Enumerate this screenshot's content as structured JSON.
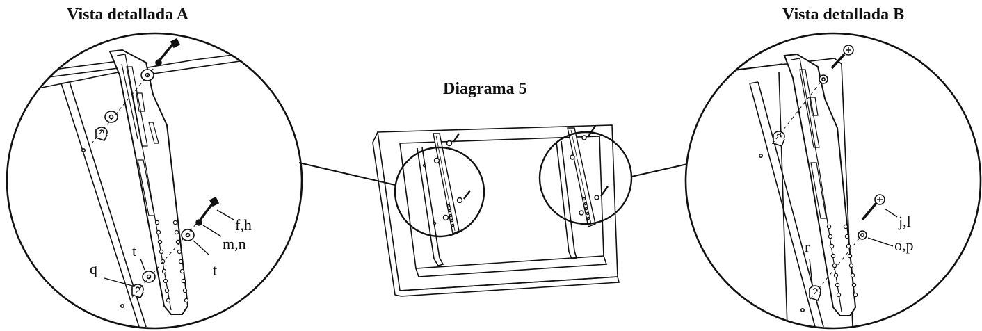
{
  "titles": {
    "detail_a": "Vista detallada A",
    "detail_b": "Vista detallada B",
    "main": "Diagrama 5"
  },
  "callouts_a": {
    "screw": "f,h",
    "washer": "m,n",
    "spacer_right": "t",
    "spacer_left": "t",
    "standoff": "q"
  },
  "callouts_b": {
    "screw": "j,l",
    "washer": "o,p",
    "standoff": "r"
  },
  "colors": {
    "line": "#111111",
    "background": "#ffffff"
  }
}
